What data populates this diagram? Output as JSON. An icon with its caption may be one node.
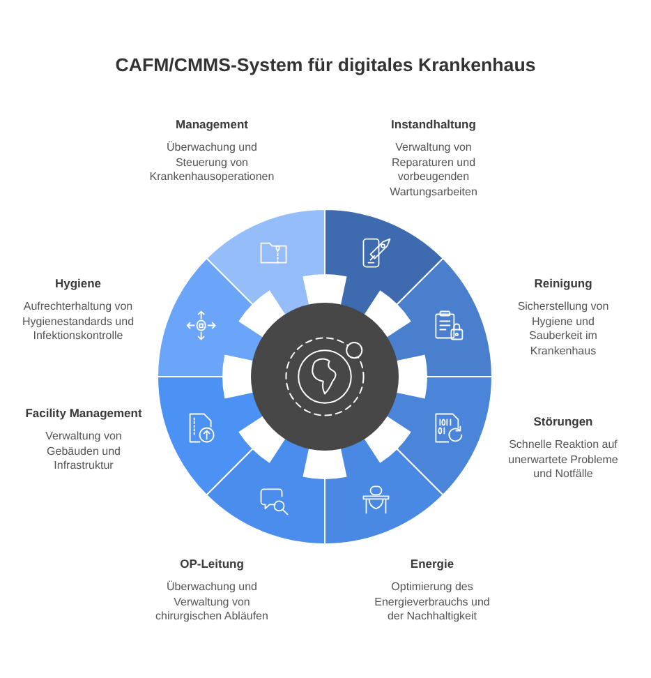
{
  "diagram": {
    "title": "CAFM/CMMS-System für digitales Krankenhaus",
    "nodes": [
      {
        "text": [
          "Management",
          "Überwachung und Steuerung von Krankenhausoperationen"
        ]
      },
      {
        "text": [
          "Instandhaltung",
          "Verwaltung von Reparaturen und vorbeugenden Wartungsarbeiten"
        ]
      },
      {
        "text": [
          "Hygiene",
          "Aufrechterhaltung von Hygienestandards und Infektionskontrolle"
        ]
      },
      {
        "text": [
          "Reinigung",
          "Sicherstellung von Hygiene und Sauberkeit im Krankenhaus"
        ]
      },
      {
        "text": [],
        "shape": "circle"
      },
      {
        "text": [
          "Facility Management",
          "Verwaltung von Gebäuden und Infrastruktur"
        ]
      },
      {
        "text": [
          "Störungen",
          "Schnelle Reaktion auf unerwartete Probleme und Notfälle"
        ]
      },
      {
        "text": [
          "OP-Leitung",
          "Überwachung und Verwaltung von chirurgischen Abläufen"
        ]
      },
      {
        "text": [
          "Energie",
          "Optimierung des Energieverbrauchs und der Nachhaltigkeit"
        ]
      }
    ]
  }
}
